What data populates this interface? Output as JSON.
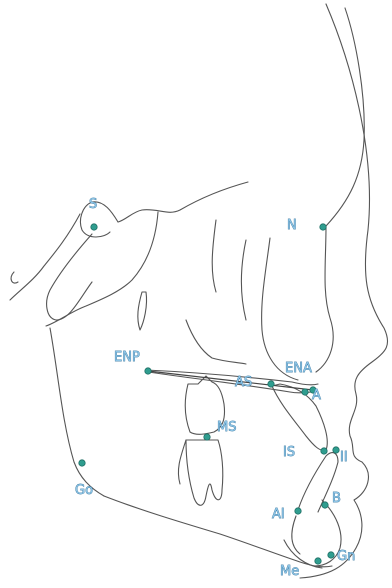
{
  "colors": {
    "line": "#555555",
    "landmark_dot": "#2f9d8f",
    "label_fill": "#8ec5e6",
    "label_stroke": "#2f6f99"
  },
  "landmarks": {
    "S": "S",
    "N": "N",
    "ENP": "ENP",
    "ENA": "ENA",
    "AS": "AS",
    "A": "A",
    "MS": "MS",
    "IS": "IS",
    "II": "II",
    "Go": "Go",
    "AI": "AI",
    "B": "B",
    "Gn": "Gn",
    "Me": "Me"
  }
}
